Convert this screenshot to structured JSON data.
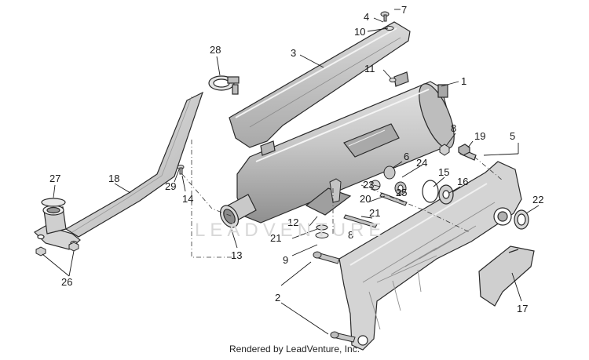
{
  "callouts": [
    "1",
    "2",
    "3",
    "4",
    "5",
    "6",
    "7",
    "8",
    "8",
    "9",
    "10",
    "11",
    "12",
    "13",
    "14",
    "15",
    "16",
    "17",
    "18",
    "19",
    "20",
    "21",
    "21",
    "22",
    "23",
    "24",
    "25",
    "26",
    "27",
    "28",
    "29"
  ],
  "watermark": "LEADVENTURE",
  "footer": "Rendered by LeadVenture, Inc.",
  "colors": {
    "line": "#2a2a2a",
    "metal": "#c4c4c4",
    "metal_dark": "#8e8e8e",
    "bracket": "#d2d2d2"
  }
}
